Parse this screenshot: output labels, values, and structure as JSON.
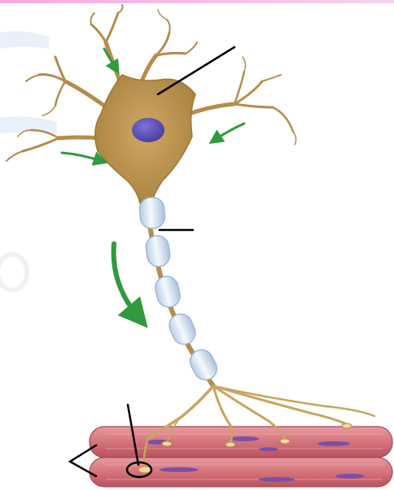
{
  "diagram": {
    "subject": "motor-neuron-with-muscle-fibers",
    "colors": {
      "background": "#ffffff",
      "frame_accent": "#f2a9e4",
      "cell_body": "#c09a55",
      "cell_body_dark": "#9c7734",
      "nucleus": "#5b4fb4",
      "myelin": "#dce9f5",
      "myelin_edge": "#9fb8d6",
      "arrow": "#2f9a3e",
      "muscle": "#d5737b",
      "muscle_dark": "#b24f5b",
      "muscle_nuclei": "#7a4fa8",
      "pointer_line": "#000000"
    },
    "labels": [],
    "icons": [
      "green-signal-arrow",
      "pointer-line",
      "terminal-highlight-ring"
    ]
  }
}
